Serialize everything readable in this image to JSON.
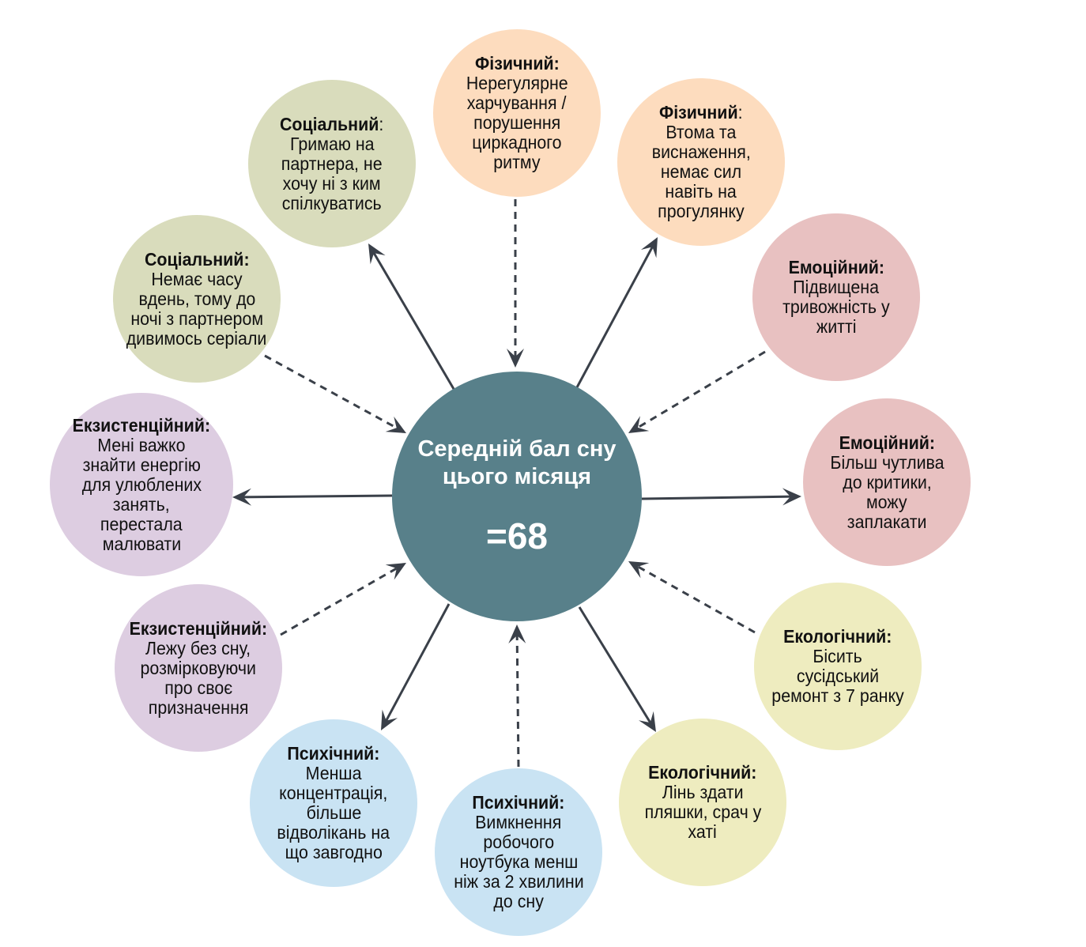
{
  "colors": {
    "physical": "#fddcbe",
    "social": "#d9dcbc",
    "emotional": "#e8c1c1",
    "ecological": "#eeecbf",
    "psychic": "#c9e3f3",
    "existential": "#ddcde1",
    "center": "#58808a",
    "arrow": "#3a4049"
  },
  "center": {
    "title_lines": [
      "Середній бал сну",
      "цього місяця"
    ],
    "value": "=68"
  },
  "nodes": [
    {
      "id": "physical-1",
      "cat": "physical",
      "title": "Фізичний",
      "sep": ":",
      "sep_bold": true,
      "lines": [
        "Нерегулярне",
        "харчування /",
        "порушення",
        "циркадного",
        "ритму"
      ]
    },
    {
      "id": "physical-2",
      "cat": "physical",
      "title": "Фізичний",
      "sep": ":",
      "sep_bold": false,
      "lines": [
        "Втома та",
        "виснаження,",
        "немає сил",
        "навіть на",
        "прогулянку"
      ]
    },
    {
      "id": "emotional-1",
      "cat": "emotional",
      "title": "Емоційний",
      "sep": ":",
      "sep_bold": true,
      "lines": [
        "Підвищена",
        "тривожність у",
        "житті"
      ]
    },
    {
      "id": "emotional-2",
      "cat": "emotional",
      "title": "Емоційний",
      "sep": ":",
      "sep_bold": true,
      "lines": [
        "Більш чутлива",
        "до критики,",
        "можу",
        "заплакати"
      ]
    },
    {
      "id": "ecological-1",
      "cat": "ecological",
      "title": "Екологічний",
      "sep": ":",
      "sep_bold": true,
      "lines": [
        "Бісить",
        "сусідський",
        "ремонт з 7 ранку"
      ]
    },
    {
      "id": "ecological-2",
      "cat": "ecological",
      "title": "Екологічний",
      "sep": ":",
      "sep_bold": true,
      "lines": [
        "Лінь здати",
        "пляшки, срач у",
        "хаті"
      ]
    },
    {
      "id": "psychic-2",
      "cat": "psychic",
      "title": "Психічний",
      "sep": ":",
      "sep_bold": true,
      "lines": [
        "Вимкнення",
        "робочого",
        "ноутбука менш",
        "ніж за 2 хвилини",
        "до сну"
      ]
    },
    {
      "id": "psychic-1",
      "cat": "psychic",
      "title": "Психічний",
      "sep": ":",
      "sep_bold": true,
      "lines": [
        "Менша",
        "концентрація,",
        "більше",
        "відволікань на",
        "що завгодно"
      ]
    },
    {
      "id": "existential-2",
      "cat": "existential",
      "title": "Екзистенційний",
      "sep": ":",
      "sep_bold": true,
      "lines": [
        "Лежу без сну,",
        "розмірковуючи",
        "про своє",
        "призначення"
      ]
    },
    {
      "id": "existential-1",
      "cat": "existential",
      "title": "Екзистенційний",
      "sep": ":",
      "sep_bold": true,
      "lines": [
        "Мені важко",
        "знайти енергію",
        "для улюблених",
        "занять,",
        "перестала",
        "малювати"
      ]
    },
    {
      "id": "social-2",
      "cat": "social",
      "title": "Соціальний",
      "sep": ":",
      "sep_bold": true,
      "lines": [
        "Немає часу",
        "вдень, тому до",
        "ночі з партнером",
        "дивимось серіали"
      ]
    },
    {
      "id": "social-1",
      "cat": "social",
      "title": "Соціальний",
      "sep": ":",
      "sep_bold": false,
      "lines": [
        "Гримаю на",
        "партнера, не",
        "хочу ні з ким",
        "спілкуватись"
      ]
    }
  ]
}
